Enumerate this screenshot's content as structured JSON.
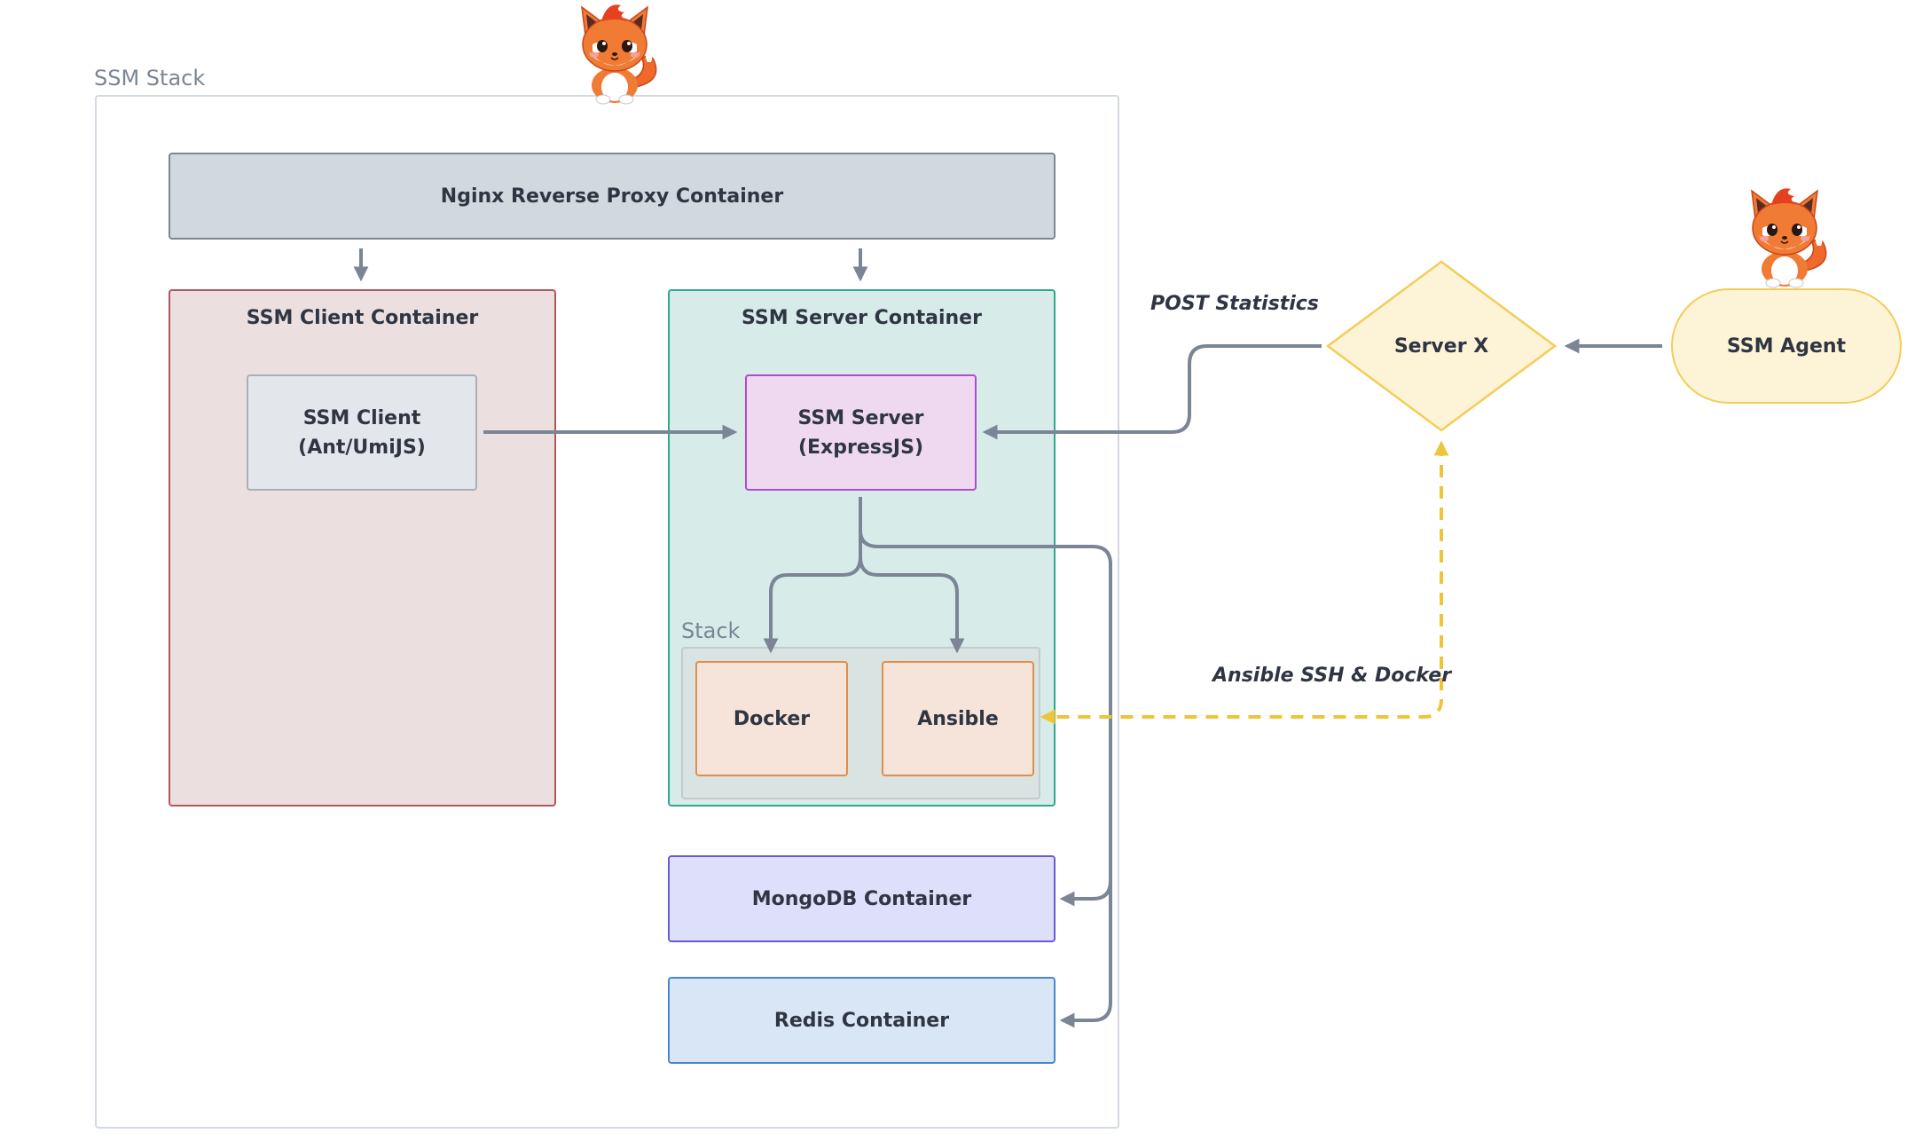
{
  "stack": {
    "label": "SSM Stack"
  },
  "nginx": {
    "label": "Nginx Reverse Proxy Container"
  },
  "client_container": {
    "label": "SSM Client Container"
  },
  "client": {
    "line1": "SSM Client",
    "line2": "(Ant/UmiJS)"
  },
  "server_container": {
    "label": "SSM Server Container"
  },
  "server": {
    "line1": "SSM Server",
    "line2": "(ExpressJS)"
  },
  "inner_stack": {
    "label": "Stack"
  },
  "docker": {
    "label": "Docker"
  },
  "ansible": {
    "label": "Ansible"
  },
  "mongodb": {
    "label": "MongoDB Container"
  },
  "redis": {
    "label": "Redis Container"
  },
  "server_x": {
    "label": "Server X"
  },
  "agent": {
    "label": "SSM Agent"
  },
  "edges": {
    "post_statistics": "POST Statistics",
    "ansible_ssh_docker": "Ansible SSH & Docker"
  },
  "colors": {
    "wire": "#7b8595",
    "dashed": "#f0c43a",
    "nginx_fill": "#d1d8df",
    "client_fill": "#ebe0df",
    "client_border": "#b5575a",
    "server_fill": "#d7ece8",
    "server_border": "#2fa890",
    "server_node_fill": "#efd9f1",
    "server_node_border": "#b04bd0",
    "task_fill": "#f6e4da",
    "task_border": "#de8f4a",
    "mongo_fill": "#dedffa",
    "mongo_border": "#6b5ad6",
    "redis_fill": "#d9e6f5",
    "redis_border": "#4a86d0",
    "serverx_fill": "#fdf4d8",
    "serverx_border": "#f2cd57"
  },
  "icons": [
    "fox-mascot-icon",
    "fox-mascot-icon"
  ]
}
